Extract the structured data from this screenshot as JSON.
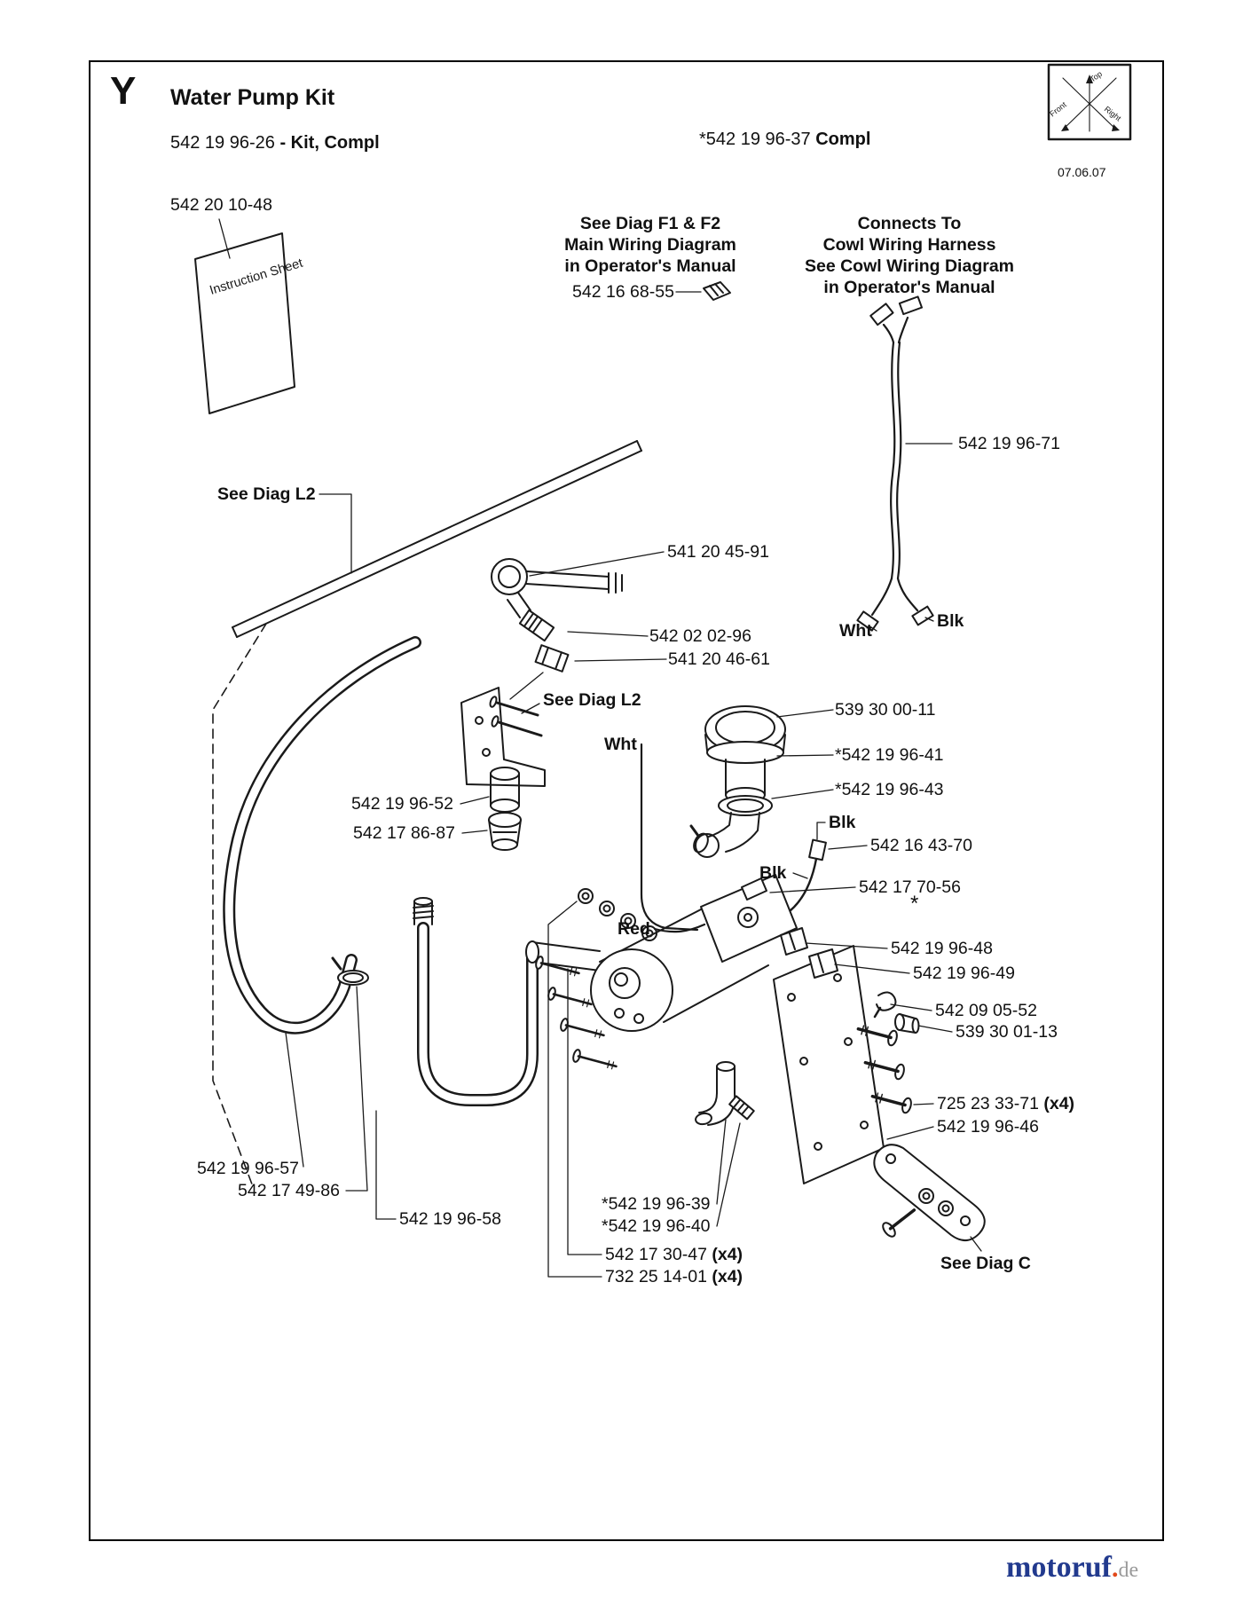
{
  "header": {
    "section_letter": "Y",
    "title": "Water Pump Kit",
    "kit_number": "542 19 96-26",
    "kit_label": "- Kit, Compl",
    "alt_kit_number": "*542 19 96-37",
    "alt_kit_label": "Compl",
    "date": "07.06.07"
  },
  "orientation_cube": {
    "top": "Top",
    "front": "Front",
    "right": "Right"
  },
  "instruction_sheet": {
    "callout": "542 20 10-48",
    "sheet_text": "Instruction Sheet"
  },
  "notes": {
    "main_wiring": {
      "line1": "See Diag F1 & F2",
      "line2": "Main Wiring Diagram",
      "line3": "in Operator's Manual",
      "part": "542 16 68-55"
    },
    "cowl_wiring": {
      "line1": "Connects To",
      "line2": "Cowl Wiring Harness",
      "line3": "See Cowl Wiring Diagram",
      "line4": "in Operator's Manual"
    }
  },
  "harness": {
    "part": "542 19 96-71",
    "white": "Wht",
    "black": "Blk"
  },
  "callouts": {
    "see_diag_l2_left": "See Diag L2",
    "p541204591": "541 20 45-91",
    "p542020296": "542 02 02-96",
    "p541204661": "541 20 46-61",
    "see_diag_l2_mid": "See Diag L2",
    "wht_mid": "Wht",
    "p539300011": "539 30 00-11",
    "p542199641": "*542 19 96-41",
    "p542199643": "*542 19 96-43",
    "blk_upper": "Blk",
    "p542164370": "542 16 43-70",
    "blk_lower": "Blk",
    "p542177056": "542 17 70-56",
    "asterisk": "*",
    "red": "Red",
    "p542199648": "542 19 96-48",
    "p542199649": "542 19 96-49",
    "p542090552": "542 09 05-52",
    "p539300113": "539 30 01-13",
    "p725233371": "725 23 33-71",
    "p725233371_qty": "(x4)",
    "p542199646": "542 19 96-46",
    "p542199652": "542 19 96-52",
    "p542178687": "542 17 86-87",
    "p542199657": "542 19 96-57",
    "p542174986": "542 17 49-86",
    "p542199658": "542 19 96-58",
    "p542199639": "*542 19 96-39",
    "p542199640": "*542 19 96-40",
    "p542173047": "542 17 30-47",
    "p542173047_qty": "(x4)",
    "p732251401": "732 25 14-01",
    "p732251401_qty": "(x4)",
    "see_diag_c": "See Diag C"
  },
  "watermark": {
    "brand": "motoruf",
    "dot": ".",
    "tld": "de"
  }
}
